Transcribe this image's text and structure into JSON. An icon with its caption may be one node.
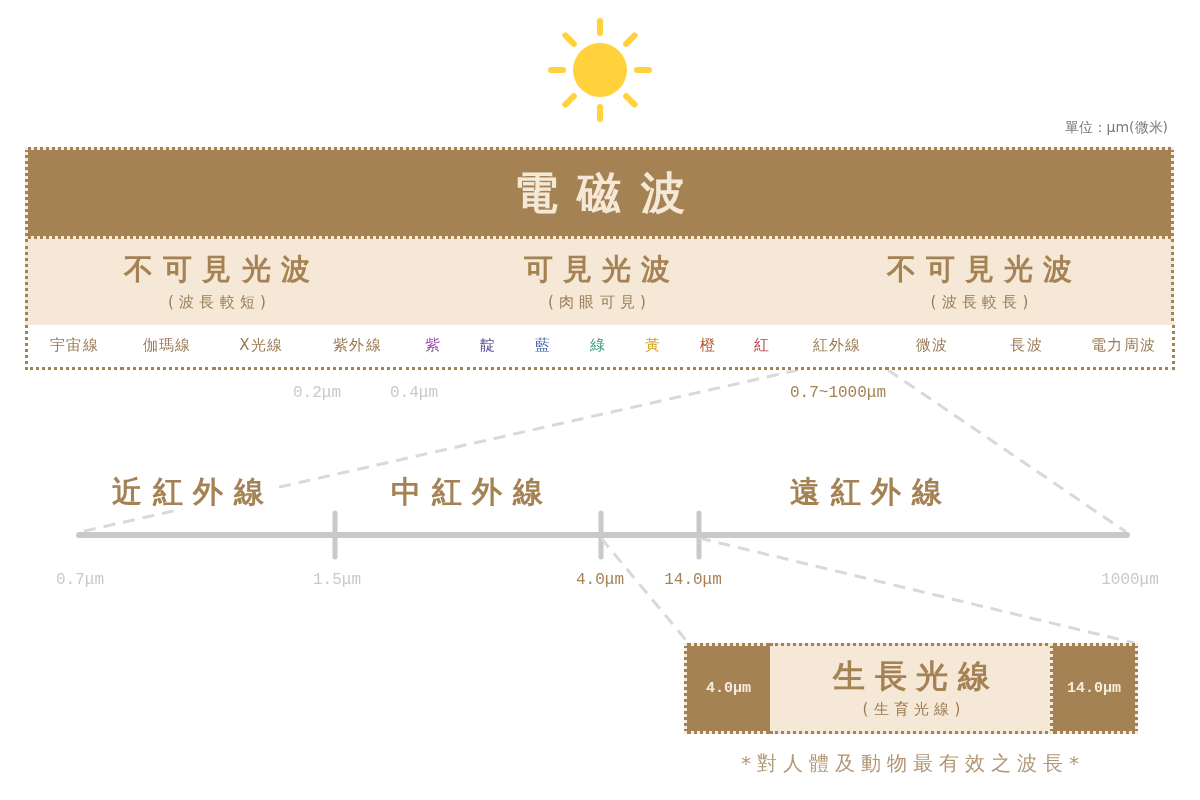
{
  "diagram": {
    "nodes": [
      {
        "text": [
          "電磁波"
        ]
      },
      {
        "text": [
          "不可見光波",
          "(波長較短)"
        ]
      },
      {
        "text": [
          "可見光波",
          "(肉眼可見)"
        ]
      },
      {
        "text": [
          "不可見光波",
          "(波長較長)"
        ]
      },
      {
        "text": [
          "宇宙線"
        ]
      },
      {
        "text": [
          "伽瑪線"
        ]
      },
      {
        "text": [
          "X光線"
        ]
      },
      {
        "text": [
          "紫外線"
        ]
      },
      {
        "text": [
          "紫"
        ]
      },
      {
        "text": [
          "靛"
        ]
      },
      {
        "text": [
          "藍"
        ]
      },
      {
        "text": [
          "綠"
        ]
      },
      {
        "text": [
          "黃"
        ]
      },
      {
        "text": [
          "橙"
        ]
      },
      {
        "text": [
          "紅"
        ]
      },
      {
        "text": [
          "紅外線"
        ]
      },
      {
        "text": [
          "微波"
        ]
      },
      {
        "text": [
          "長波"
        ]
      },
      {
        "text": [
          "電力周波"
        ]
      },
      {
        "text": [],
        "shape": "bar"
      },
      {
        "text": [
          "4.0μm"
        ]
      },
      {
        "text": [
          "生長光線",
          "(生育光線)"
        ]
      },
      {
        "text": [
          "14.0μm"
        ]
      }
    ],
    "edges": [
      {
        "from": 15,
        "to": 19,
        "arrow": "none",
        "style": "dashed"
      },
      {
        "from": 15,
        "to": 19,
        "arrow": "none",
        "style": "dashed"
      },
      {
        "from": 19,
        "to": 20,
        "arrow": "none",
        "style": "dashed"
      },
      {
        "from": 19,
        "to": 22,
        "arrow": "none",
        "style": "dashed"
      }
    ],
    "labels": [
      "單位：μm(微米)",
      "0.2μm",
      "0.4μm",
      "0.7~1000μm",
      "近紅外線",
      "中紅外線",
      "遠紅外線",
      "0.7μm",
      "1.5μm",
      "4.0μm",
      "14.0μm",
      "1000μm",
      "*對人體及動物最有效之波長*"
    ]
  }
}
